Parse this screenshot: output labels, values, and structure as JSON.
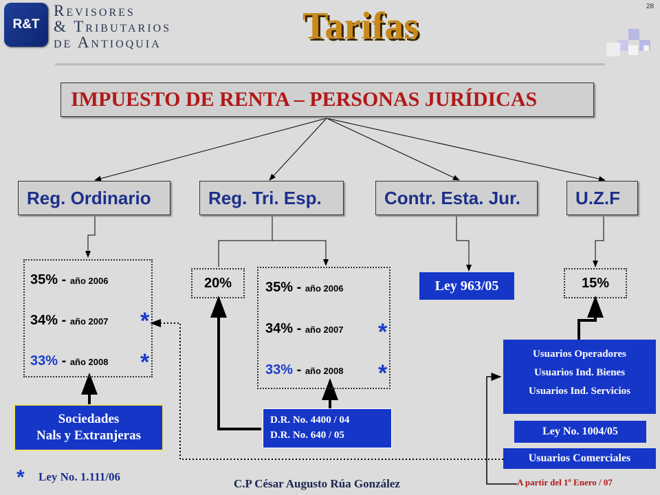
{
  "header": {
    "logo_abbrev": "R&T",
    "logo_lines": [
      "Revisores",
      "& Tributarios",
      "de Antioquia"
    ],
    "title": "Tarifas",
    "page_number": "28"
  },
  "main_title": "IMPUESTO DE RENTA – PERSONAS JURÍDICAS",
  "regimes": {
    "ordinario": "Reg. Ordinario",
    "tri_esp": "Reg. Tri. Esp.",
    "contr": "Contr. Esta. Jur.",
    "uzf": "U.Z.F"
  },
  "ordinario_rates": [
    {
      "pct": "35%",
      "sep": " - ",
      "year": "año 2006",
      "star": ""
    },
    {
      "pct": "34%",
      "sep": " - ",
      "year": "año 2007",
      "star": "*"
    },
    {
      "pct": "33%",
      "sep": " - ",
      "year": "año 2008",
      "star": "*"
    }
  ],
  "tri_esp": {
    "rate_20": "20%",
    "rates": [
      {
        "pct": "35%",
        "sep": " - ",
        "year": "año 2006",
        "star": ""
      },
      {
        "pct": "34%",
        "sep": " - ",
        "year": "año 2007",
        "star": "*"
      },
      {
        "pct": "33%",
        "sep": " - ",
        "year": "año 2008",
        "star": "*"
      }
    ],
    "decrees": [
      "D.R. No. 4400 / 04",
      "D.R. No.  640 / 05"
    ]
  },
  "contr": {
    "law": "Ley 963/05"
  },
  "uzf": {
    "rate": "15%",
    "users": [
      "Usuarios Operadores",
      "Usuarios Ind. Bienes",
      "Usuarios Ind. Servicios"
    ],
    "law": "Ley  No. 1004/05",
    "commercial": "Usuarios Comerciales",
    "from_date": "A partir del 1º Enero / 07"
  },
  "sociedades": [
    "Sociedades",
    "Nals y Extranjeras"
  ],
  "footnote": {
    "star": "*",
    "text": "Ley  No. 1.111/06"
  },
  "author": "C.P César Augusto Rúa González",
  "colors": {
    "title_gold": "#c98a1a",
    "main_red": "#b01818",
    "reg_blue": "#1c2f8a",
    "box_blue": "#1636c8",
    "bg": "#dcdcdc"
  }
}
